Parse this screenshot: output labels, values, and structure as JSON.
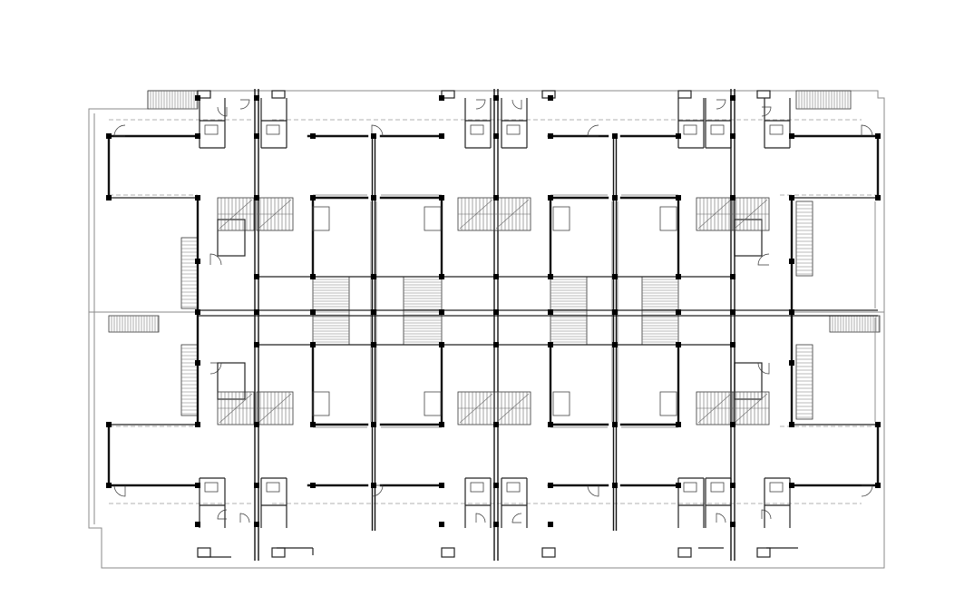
{
  "drawing": {
    "kind": "architectural-floor-plan",
    "units_per_block": 4,
    "blocks": 2,
    "colors": {
      "wall": "#111111",
      "outline": "#8a8a8a",
      "background": "#ffffff"
    }
  }
}
